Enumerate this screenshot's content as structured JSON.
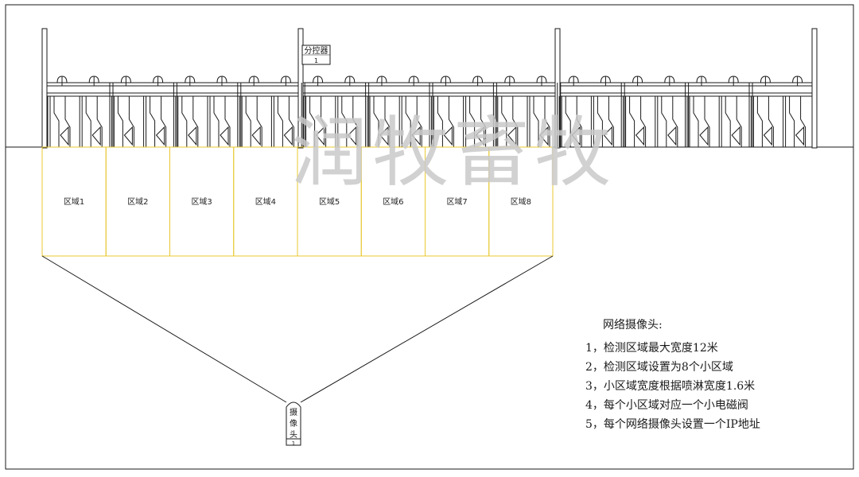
{
  "controller": {
    "label": "分控器",
    "id": "1"
  },
  "zones": [
    "区域1",
    "区域2",
    "区域3",
    "区域4",
    "区域5",
    "区域6",
    "区域7",
    "区域8"
  ],
  "camera": {
    "chars": [
      "摄",
      "像",
      "头"
    ],
    "id": "1"
  },
  "watermark": "润牧畜牧",
  "notes": {
    "heading": "网络摄像头:",
    "items": [
      "1，检测区域最大宽度12米",
      "2，检测区域设置为8个小区域",
      "3，小区域宽度根据喷淋宽度1.6米",
      "4，每个小区域对应一个小电磁阀",
      "5，每个网络摄像头设置一个IP地址"
    ]
  },
  "colors": {
    "line": "#1a1a1a",
    "zone": "#e8c832",
    "watermark": "#c9c9c9"
  }
}
